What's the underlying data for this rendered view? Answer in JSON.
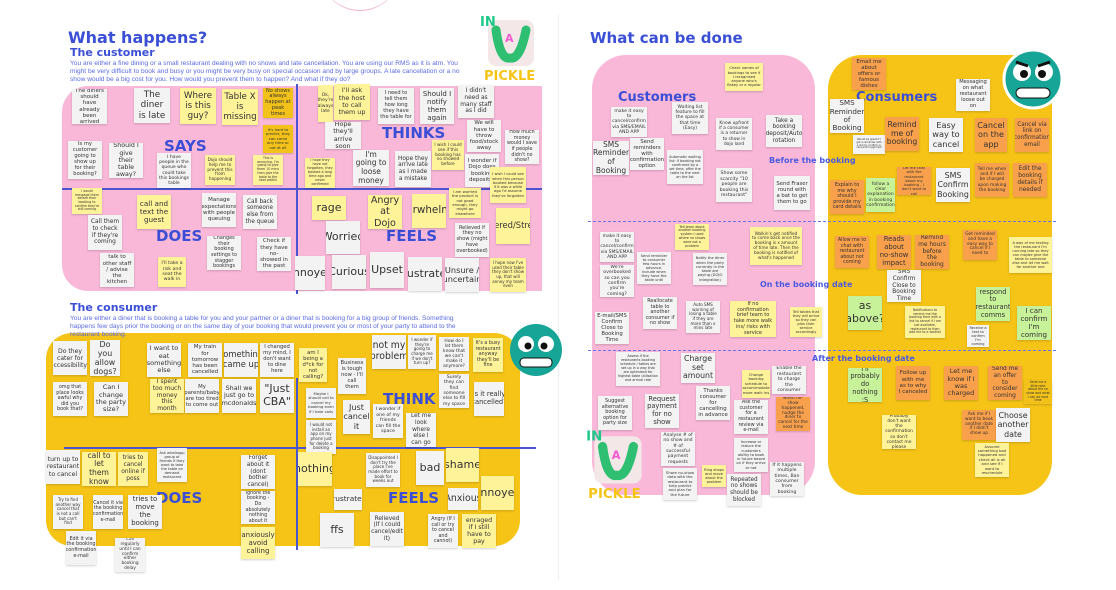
{
  "left": {
    "title": "What happens?",
    "customer": {
      "heading": "The customer",
      "intro": "You are either a fine dining or a small restaurant dealing with no shows and late cancellation. You are using our RMS as it is atm. You might be very difficult to book and busy or you might be very busy on special occasion and by large groups. A late cancellation or a no show would be a big cost for you. How would you prevent them to happen? And what if they do?",
      "labels": {
        "says": "SAYS",
        "thinks": "THINKS",
        "does": "DOES",
        "feels": "FEELS"
      }
    },
    "consumer": {
      "heading": "The consumer",
      "intro": "You are either a diner that is booking a table for you and your partner or a diner that is booking for a big group of friends. Something happens few days prior the booking or on the same day of your booking that would prevent you or most of your party to attend to the restaurant booking.",
      "labels": {
        "thinks": "THINK",
        "does": "DOES",
        "feels": "FEELS"
      }
    }
  },
  "right": {
    "title": "What can be done",
    "customers": "Customers",
    "consumers": "Consumers",
    "phases": {
      "before": "Before the booking",
      "on": "On the booking date",
      "after": "After the booking date"
    }
  },
  "logo": {
    "line1": "IN",
    "line2": "A",
    "line3": "PICKLE"
  },
  "colors": {
    "accent": "#3a4fd6",
    "pink": "#f9b8d8",
    "yellow": "#f6c417",
    "w": "#f3f3f3",
    "y": "#fff39a",
    "o": "#f9a04c",
    "g": "#c8f29a",
    "d": "#f2c21a"
  },
  "notes": [
    {
      "t": "The diners should have already been arrived",
      "c": "w"
    },
    {
      "t": "The diner is late",
      "c": "w"
    },
    {
      "t": "Where is this guy?",
      "c": "y"
    },
    {
      "t": "Table X is missing",
      "c": "y"
    },
    {
      "t": "No shows always happen at peak times",
      "c": "d"
    },
    {
      "t": "It's hard to predict, they can come any time or not at all",
      "c": "d"
    },
    {
      "t": "Is my customer going to show up for their booking?",
      "c": "w"
    },
    {
      "t": "Should I give their table away?",
      "c": "w"
    },
    {
      "t": "I have people in the queue who could take this bookings table",
      "c": "w"
    },
    {
      "t": "Dojo should help me to prevent this from happening",
      "c": "y"
    },
    {
      "t": "This is annoying, I'm going to give them 10 mins then give the table to the next walkin",
      "c": "y"
    },
    {
      "t": "Ok, they're always late",
      "c": "y"
    },
    {
      "t": "I'll ask the host to call them up",
      "c": "y"
    },
    {
      "t": "I need to tell them how long they have the table for",
      "c": "w"
    },
    {
      "t": "Should I notify them again",
      "c": "w"
    },
    {
      "t": "I didn't need as many staff as I did",
      "c": "w"
    },
    {
      "t": "Hope they'll arrive soon",
      "c": "w"
    },
    {
      "t": "I'm going to loose money",
      "c": "w"
    },
    {
      "t": "Hope they arrive late as I made a mistake",
      "c": "w"
    },
    {
      "t": "I wish I could see if this booking has no showed before",
      "c": "y"
    },
    {
      "t": "I wonder if Dojo does booking deposits?",
      "c": "w"
    },
    {
      "t": "We will have to throw food/stock away",
      "c": "w"
    },
    {
      "t": "How much money would I save if people didn't no show?",
      "c": "w"
    },
    {
      "t": "I hope they have not forgotten, they booked a long time ago and never confirmed",
      "c": "y"
    },
    {
      "t": "I wish I could see when this person booked because if it was a while ago I'd assume they've forgotten",
      "c": "y"
    },
    {
      "t": "I would message them before their booking to confirm they're still coming",
      "c": "y"
    },
    {
      "t": "call and text the guest",
      "c": "y"
    },
    {
      "t": "Manage expectations with people queuing",
      "c": "w"
    },
    {
      "t": "Call back someone else from the queue",
      "c": "w"
    },
    {
      "t": "Call them to check if they're coming",
      "c": "w"
    },
    {
      "t": "talk to other staff / advise the kitchen",
      "c": "w"
    },
    {
      "t": "I'll take a risk and seat the walk in",
      "c": "y"
    },
    {
      "t": "Changes their booking settings to stagger bookings",
      "c": "w"
    },
    {
      "t": "Check if they have no-showed in the past",
      "c": "w"
    },
    {
      "t": "rage",
      "c": "y"
    },
    {
      "t": "Angry at Dojo",
      "c": "y"
    },
    {
      "t": "overwhelmed",
      "c": "y"
    },
    {
      "t": "I am worried the product is not good enough, they might go elsewhere",
      "c": "y"
    },
    {
      "t": "Flustered/Stressed",
      "c": "y"
    },
    {
      "t": "Worried",
      "c": "w"
    },
    {
      "t": "Relieved if they no show (might have overbooked)",
      "c": "w"
    },
    {
      "t": "annoyed",
      "c": "w"
    },
    {
      "t": "Curious",
      "c": "w"
    },
    {
      "t": "Upset",
      "c": "w"
    },
    {
      "t": "Frustrated",
      "c": "w"
    },
    {
      "t": "Unsure / uncertain",
      "c": "w"
    },
    {
      "t": "I hope now I've used their table they don't show up, that will annoy my team even",
      "c": "y"
    },
    {
      "t": "Do they cater for accessibility?",
      "c": "w"
    },
    {
      "t": "Do you allow dogs?",
      "c": "w"
    },
    {
      "t": "omg that place looks awful why did you book that?",
      "c": "w"
    },
    {
      "t": "Can I change the party size?",
      "c": "w"
    },
    {
      "t": "I want to eat something else",
      "c": "w"
    },
    {
      "t": "My train for tomorrow has been cancelled",
      "c": "w"
    },
    {
      "t": "something came up",
      "c": "w"
    },
    {
      "t": "I changed my mind, I don't want to dine here",
      "c": "w"
    },
    {
      "t": "I spent too much money this month",
      "c": "y"
    },
    {
      "t": "My parents/baby are too tired to come out",
      "c": "w"
    },
    {
      "t": "Shall we just go to mcdonalds",
      "c": "w"
    },
    {
      "t": "\"Just CBA\"",
      "c": "w"
    },
    {
      "t": "am I being a d*ck for not calling?",
      "c": "y"
    },
    {
      "t": "Business is tough now - I'll call them",
      "c": "w"
    },
    {
      "t": "not my problem",
      "c": "w"
    },
    {
      "t": "I wonder if they're going to charge me if we don't turn up?",
      "c": "w"
    },
    {
      "t": "How do I let them know that we can't make it anymore?",
      "c": "w"
    },
    {
      "t": "It's a busy restaurant anyway they'll be fine",
      "c": "y"
    },
    {
      "t": "Maybe I should call to cancel my booking even if I hate calls",
      "c": "w"
    },
    {
      "t": "I would not install an app on my phone just for delete a booking",
      "c": "w"
    },
    {
      "t": "Just cancel it",
      "c": "w"
    },
    {
      "t": "I wonder if one of my friends can fill the space",
      "c": "w"
    },
    {
      "t": "Let me look where else I can go",
      "c": "w"
    },
    {
      "t": "Surely they can find someone else to fill my space",
      "c": "w"
    },
    {
      "t": "Is it really cancelled?",
      "c": "w"
    },
    {
      "t": "turn up to restaurant to cancel",
      "c": "w"
    },
    {
      "t": "call to let them know",
      "c": "y"
    },
    {
      "t": "tries to cancel online if poss",
      "c": "y"
    },
    {
      "t": "Ask whatsapp group of friends if they want to take the table on demand restaurant",
      "c": "w"
    },
    {
      "t": "Forget about it (dont bother cancel)",
      "c": "w"
    },
    {
      "t": "Ignore the booking - Do absolutely nothing about it",
      "c": "w"
    },
    {
      "t": "anxiously avoid calling",
      "c": "y"
    },
    {
      "t": "Try to find another way cancel that is not a call but can't find",
      "c": "w"
    },
    {
      "t": "Cancel it via the booking confirmation e-mail",
      "c": "w"
    },
    {
      "t": "tries to move the booking",
      "c": "w"
    },
    {
      "t": "Edit it via the booking confirmation e-mail",
      "c": "w"
    },
    {
      "t": "Call regularly until I can confirm either booking delay",
      "c": "w"
    },
    {
      "t": "nothing",
      "c": "y"
    },
    {
      "t": "frustrated",
      "c": "w"
    },
    {
      "t": "ffs",
      "c": "w"
    },
    {
      "t": "Disappointed I don't try the place I've made effort to book for weeks out",
      "c": "w"
    },
    {
      "t": "bad",
      "c": "w"
    },
    {
      "t": "shame",
      "c": "y"
    },
    {
      "t": "Anxious",
      "c": "w"
    },
    {
      "t": "annoyed",
      "c": "y"
    },
    {
      "t": "Relieved (If I could cancel/edit it)",
      "c": "w"
    },
    {
      "t": "Angry (If I call or try to cancel and cannot)",
      "c": "w"
    },
    {
      "t": "enraged if I still have to pay",
      "c": "y"
    },
    {
      "t": "Check names of bookings to see if I recognised anyone who's flakey or a regular",
      "c": "y"
    },
    {
      "t": "make it easy to cancel/confirm via SMS/EMAIL AND APP",
      "c": "w"
    },
    {
      "t": "Waiting list feature to fill the space at that time (Easy)",
      "c": "w"
    },
    {
      "t": "SMS Reminder of Booking",
      "c": "w"
    },
    {
      "t": "Send reminders with confirmation option",
      "c": "w"
    },
    {
      "t": "Automatic waiting list: if booking not confirmed by a set time, offer the table to the next on the list",
      "c": "w"
    },
    {
      "t": "Know upfront if a consumer is a returner to show in dojo land",
      "c": "w"
    },
    {
      "t": "Take a booking deposit/Auto rotation",
      "c": "w"
    },
    {
      "t": "Show some scarcity \"10 people are booking this restaurant\"",
      "c": "w"
    },
    {
      "t": "Send Fraser round with a bat to get them to go",
      "c": "w"
    },
    {
      "t": "Tell team about another booking system I used where no shows were not a problem",
      "c": "y"
    },
    {
      "t": "Walkin's get notified to come back once the booking is x amount of time late. Then the booking is notified of what's happened",
      "c": "y"
    },
    {
      "t": "make it easy to cancel/confirm via SMS/EMAIL AND APP",
      "c": "w"
    },
    {
      "t": "Send reminder to consumer few hours in advance. Include when they have the table until",
      "c": "w"
    },
    {
      "t": "Notify the diner when the party currently in the table are paying (DOJO integration)",
      "c": "w"
    },
    {
      "t": "We're overbooked so can you confirm you're coming?",
      "c": "w"
    },
    {
      "t": "Reallocate table to another consumer if no show",
      "c": "w"
    },
    {
      "t": "Auto SMS warning of losing a table if they are more than x mins late",
      "c": "w"
    },
    {
      "t": "If no confirmation brief team to take more walk ins/ risks with service",
      "c": "y"
    },
    {
      "t": "Tell tables that they will arrive so they can plan their service accordingly",
      "c": "y"
    },
    {
      "t": "E-mail/SMS Confirm Close to Booking Time",
      "c": "w"
    },
    {
      "t": "Assess if the restaurants booking schedule / tables are set up in a way that are optimised for highest table utilisation and arrival rate",
      "c": "w"
    },
    {
      "t": "Charge set amount",
      "c": "w"
    },
    {
      "t": "Enable the restaurant to charge the consumer",
      "c": "w"
    },
    {
      "t": "Change booking schedule to accommodate more walk ins",
      "c": "y"
    },
    {
      "t": "Thanks consumer for cancelling in advance",
      "c": "w"
    },
    {
      "t": "Suggest alternative booking option for party size",
      "c": "w"
    },
    {
      "t": "Request payment for no show",
      "c": "w"
    },
    {
      "t": "Ask the customer for a restaurant review via e-mail",
      "c": "w"
    },
    {
      "t": "when no-show happened, nudge the diner to cancel for the next time",
      "c": "o"
    },
    {
      "t": "Analyse # of no show and # of successful payment requests",
      "c": "w"
    },
    {
      "t": "Increase or reduce the customers ability to book in future based on if they arrive or not",
      "c": "w"
    },
    {
      "t": "Ring shops and move about the problem",
      "c": "y"
    },
    {
      "t": "Repeated no shows should be blocked",
      "c": "w"
    },
    {
      "t": "If it happens multiple times, Ban consumer from booking",
      "c": "w"
    },
    {
      "t": "Share no-show data with the restaurant to help predict and plan for the future",
      "c": "w"
    },
    {
      "t": "Email me about offers or famous dishes",
      "c": "o"
    },
    {
      "t": "Messaging on what restaurant loose out on",
      "c": "w"
    },
    {
      "t": "SMS Reminder of Booking",
      "c": "w"
    },
    {
      "t": "Would be great if I got a reminder with a link to confirm or cancel through text",
      "c": "w"
    },
    {
      "t": "Remind me of booking",
      "c": "o"
    },
    {
      "t": "Easy way to cancel",
      "c": "w"
    },
    {
      "t": "Cancel on the app",
      "c": "o"
    },
    {
      "t": "Cancel via link on confirmation email",
      "c": "o"
    },
    {
      "t": "Let me chat with the restaurant about my booking - I don't want to call",
      "c": "o"
    },
    {
      "t": "SMS Confirm Booking",
      "c": "w"
    },
    {
      "t": "Tell me when and if I will be charged upon making the booking",
      "c": "o"
    },
    {
      "t": "Edit the booking details if needed",
      "c": "o"
    },
    {
      "t": "Explain to me why should I provide my card details",
      "c": "o"
    },
    {
      "t": "follow a clear explanation in booking confirmation",
      "c": "g"
    },
    {
      "t": "Allow me to chat with restaurant about not coming",
      "c": "o"
    },
    {
      "t": "Reads about no-show impact",
      "c": "o"
    },
    {
      "t": "Remind me hours before the booking",
      "c": "o"
    },
    {
      "t": "Get reminded and have a easy way to cancel if I need to",
      "c": "o"
    },
    {
      "t": "A way of me texting the restaurant I'm running late so they can maybe give the table to someone else and let me wait for another one",
      "c": "y"
    },
    {
      "t": "SMS Confirm Close to Booking Time",
      "c": "w"
    },
    {
      "t": "as above?",
      "c": "g"
    },
    {
      "t": "Notifications to remind me the booking time with a link to cancel if I am not available, restaurant to then add me to a waitlist",
      "c": "y"
    },
    {
      "t": "respond to restaurant comms",
      "c": "g"
    },
    {
      "t": "Receive a text to confirm I'm coming",
      "c": "w"
    },
    {
      "t": "I can confirm I'm coming",
      "c": "g"
    },
    {
      "t": "I'll probably do nothing :S",
      "c": "g"
    },
    {
      "t": "Follow up with me as to why I canceled",
      "c": "o"
    },
    {
      "t": "Let me know if I was charged",
      "c": "o"
    },
    {
      "t": "Send me an offer to consider coming",
      "c": "o"
    },
    {
      "t": "Send me a little note about the no show and what I can do next time",
      "c": "d"
    },
    {
      "t": "Probably don't want the confirmation so don't contact me please",
      "c": "y"
    },
    {
      "t": "Ask me if I want to book another date if I didn't show up",
      "c": "o"
    },
    {
      "t": "Choose another date",
      "c": "w"
    },
    {
      "t": "Assume something bad happened and check all is ok and see if I want to reschedule",
      "c": "y"
    }
  ]
}
